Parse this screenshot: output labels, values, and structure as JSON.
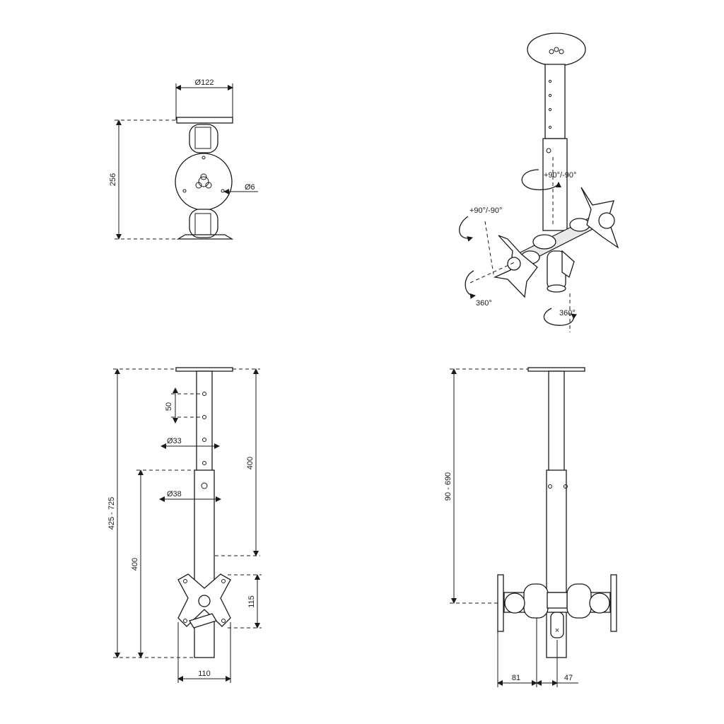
{
  "top_view": {
    "diameter_plate": "Ø122",
    "height": "256",
    "diameter_hole": "Ø6"
  },
  "iso_view": {
    "tilt_top": "+90°/-90°",
    "tilt_left": "+90°/-90°",
    "rotate_left": "360°",
    "rotate_bottom": "360°"
  },
  "front_view": {
    "hole_pitch": "50",
    "tube_upper_diameter": "Ø33",
    "tube_lower_diameter": "Ø38",
    "upper_tube_length": "400",
    "total_length": "425 - 725",
    "lower_tube_length": "400",
    "vesa_height": "115",
    "vesa_width": "110"
  },
  "side_view": {
    "drop_range": "90 - 690",
    "arm_offset": "81",
    "tube_offset": "47"
  }
}
